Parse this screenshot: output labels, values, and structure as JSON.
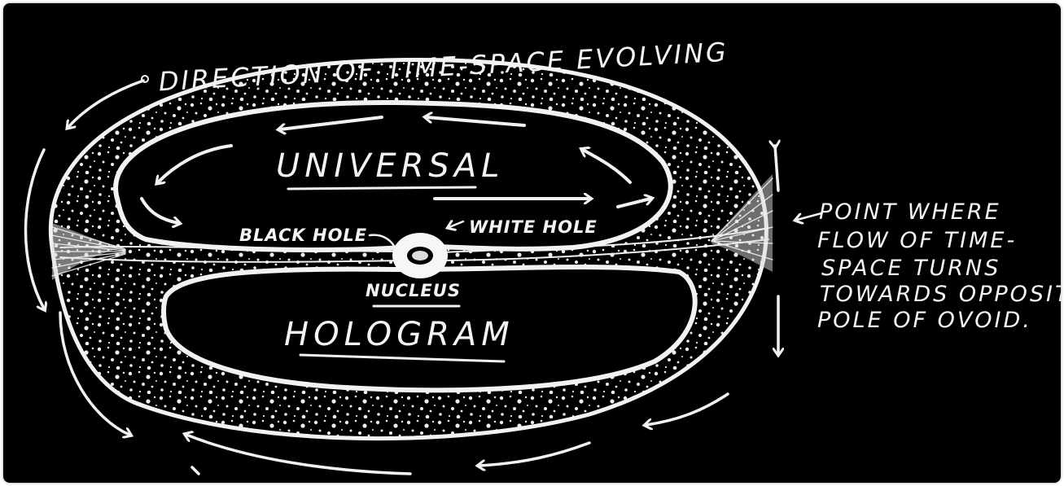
{
  "diagram": {
    "title": "DIRECTION OF TIME-SPACE EVOLVING",
    "upper_label": "UNIVERSAL",
    "lower_label": "HOLOGRAM",
    "black_hole_label": "BLACK HOLE",
    "white_hole_label": "WHITE HOLE",
    "nucleus_label": "NUCLEUS",
    "note_lines": [
      "POINT WHERE",
      "FLOW OF TIME-",
      "SPACE TURNS",
      "TOWARDS OPPOSITE",
      "POLE OF OVOID."
    ],
    "colors": {
      "background": "#000000",
      "ink": "#f2f2f2"
    }
  }
}
